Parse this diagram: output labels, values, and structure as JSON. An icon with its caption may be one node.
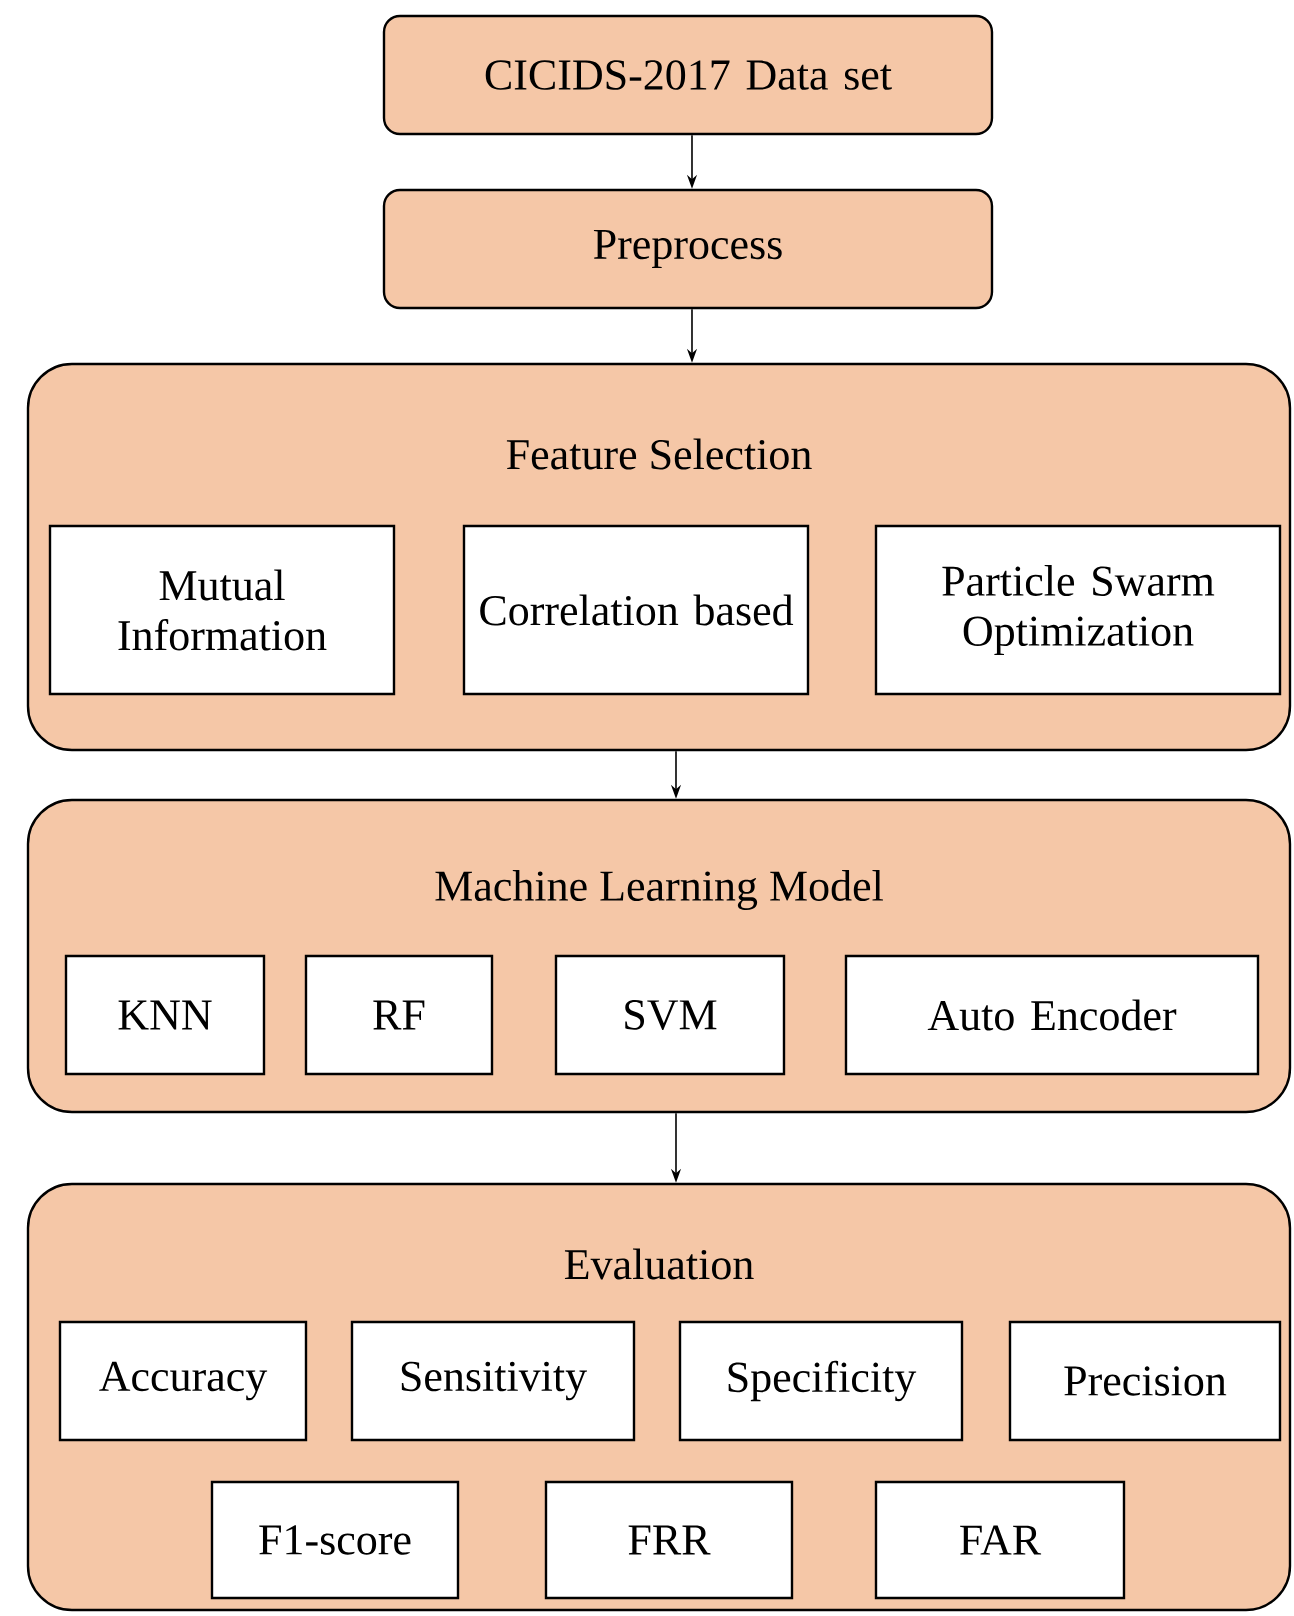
{
  "diagram": {
    "nodes": [
      {
        "text": [
          "CICIDS-2017 Data set"
        ]
      },
      {
        "text": [
          "Preprocess"
        ]
      },
      {
        "text": [
          "Feature Selection"
        ]
      },
      {
        "text": [
          "Mutual Information"
        ],
        "in": 2
      },
      {
        "text": [
          "Correlation based"
        ],
        "in": 2
      },
      {
        "text": [
          "Particle Swarm Optimization"
        ],
        "in": 2
      },
      {
        "text": [
          "Machine Learning Model"
        ]
      },
      {
        "text": [
          "KNN"
        ],
        "in": 6
      },
      {
        "text": [
          "RF"
        ],
        "in": 6
      },
      {
        "text": [
          "SVM"
        ],
        "in": 6
      },
      {
        "text": [
          "Auto Encoder"
        ],
        "in": 6
      },
      {
        "text": [
          "Evaluation"
        ]
      },
      {
        "text": [
          "Accuracy"
        ],
        "in": 11
      },
      {
        "text": [
          "Sensitivity"
        ],
        "in": 11
      },
      {
        "text": [
          "Specificity"
        ],
        "in": 11
      },
      {
        "text": [
          "Precision"
        ],
        "in": 11
      },
      {
        "text": [
          "F1-score"
        ],
        "in": 11
      },
      {
        "text": [
          "FRR"
        ],
        "in": 11
      },
      {
        "text": [
          "FAR"
        ],
        "in": 11
      }
    ],
    "edges": [
      {
        "from": 0,
        "to": 1,
        "arrow": "to"
      },
      {
        "from": 1,
        "to": 2,
        "arrow": "to"
      },
      {
        "from": 2,
        "to": 6,
        "arrow": "to"
      },
      {
        "from": 6,
        "to": 11,
        "arrow": "to"
      }
    ]
  }
}
